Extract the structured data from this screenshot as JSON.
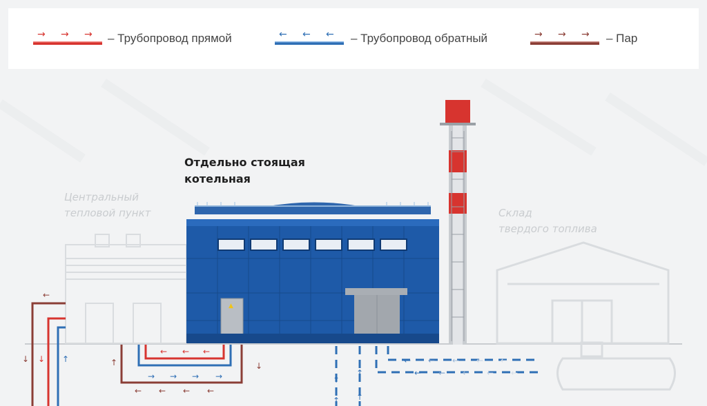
{
  "legend": {
    "supply": {
      "label": "– Трубопровод прямой",
      "color": "#d7342f"
    },
    "return": {
      "label": "– Трубопровод обратный",
      "color": "#2f6fb5"
    },
    "steam": {
      "label": "– Пар",
      "color": "#8b3e36"
    }
  },
  "labels": {
    "boiler_line1": "Отдельно стоящая",
    "boiler_line2": "котельная",
    "heat_point_line1": "Центральный",
    "heat_point_line2": "тепловой пункт",
    "storage_line1": "Склад",
    "storage_line2": "твердого топлива"
  },
  "colors": {
    "background": "#f2f3f4",
    "building_blue": "#1e5aa8",
    "chimney_red": "#d7342f",
    "faded_gray": "#d9dcdf"
  }
}
